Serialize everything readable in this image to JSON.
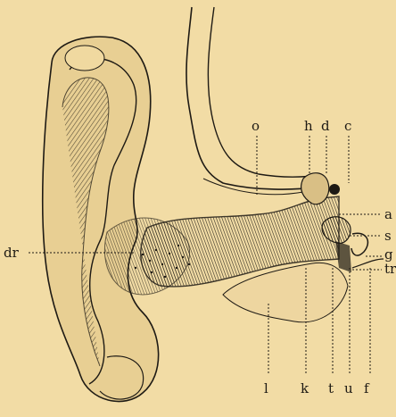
{
  "labels": {
    "o": "o",
    "h": "h",
    "d": "d",
    "c": "c",
    "a": "a",
    "s": "s",
    "g": "g",
    "tr": "tr",
    "dr": "dr",
    "l": "l",
    "k": "k",
    "t": "t",
    "u": "u",
    "f": "f"
  },
  "colors": {
    "paper": "#f2dca5",
    "ink": "#1e1a14"
  }
}
